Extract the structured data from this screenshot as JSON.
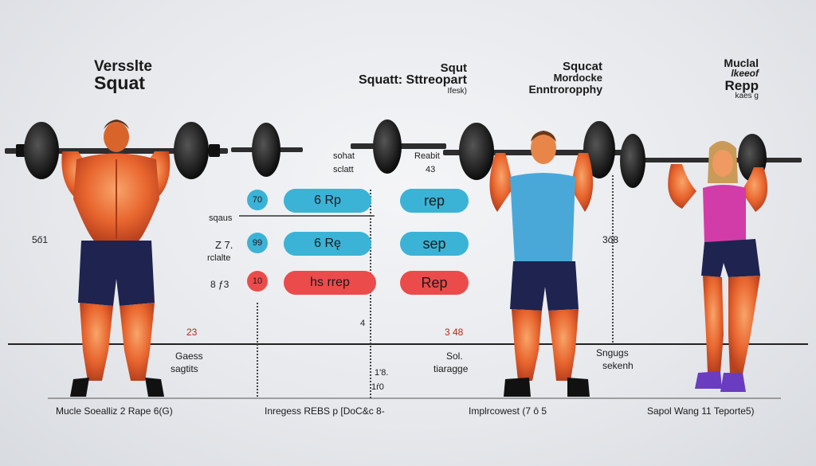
{
  "headings": {
    "col1": {
      "line1": "Versslte",
      "line2": "Squat"
    },
    "col2": {
      "line1": "Squt",
      "line2": "Squatt: Sttreopart",
      "line3": "Ifesk)"
    },
    "col3": {
      "line1": "Squcat",
      "line2": "Mordocke",
      "line3": "Enntroropphy"
    },
    "col4": {
      "line1": "Muclal",
      "line2": "lkeeof",
      "line3": "Repp",
      "line4": "kaes g"
    }
  },
  "side_labels": {
    "left_num": "5ő1",
    "row1": "sqaus",
    "row2a": "Z 7.",
    "row2b": "rclalte",
    "row3": "8 ƒ3",
    "mid_top1": "sohat",
    "mid_top2": "sclatt",
    "mid_top3": "Reabit",
    "mid_top4": "43",
    "right_num": "3ő8",
    "mid_four": "4"
  },
  "rows": [
    {
      "circle": "70",
      "pill_left": "6    Rp",
      "pill_right": "rep",
      "color": "#3bb3d6"
    },
    {
      "circle": "99",
      "pill_left": "6      Rę",
      "pill_right": "sep",
      "color": "#3bb3d6"
    },
    {
      "circle": "10",
      "pill_left": "hs    rrep",
      "pill_right": "Rep",
      "color": "#ec4b4b"
    }
  ],
  "bottom_labels": {
    "n23": "23",
    "gaess1": "Gaess",
    "gaess2": "sagtits",
    "n18a": "1'8.",
    "n18b": "1ŕ0",
    "n348": "3 48",
    "sol1": "Sol.",
    "sol2": "tiaragge",
    "sng1": "Sngugs",
    "sng2": "sekenh"
  },
  "footer": {
    "f1": "Mucle Soealliz 2 Rape 6(G)",
    "f2": "Inregess REBS p [DoC&c 8-",
    "f3": "Implrcowest (7 ô 5",
    "f4": "Sapol Wang 11 Teporte5)"
  },
  "colors": {
    "blue": "#3bb3d6",
    "red": "#ec4b4b",
    "muscle": "#ee7a3a",
    "shorts": "#1e2350",
    "tank_blue": "#4aa8d8",
    "tank_pink": "#d23ca8"
  }
}
